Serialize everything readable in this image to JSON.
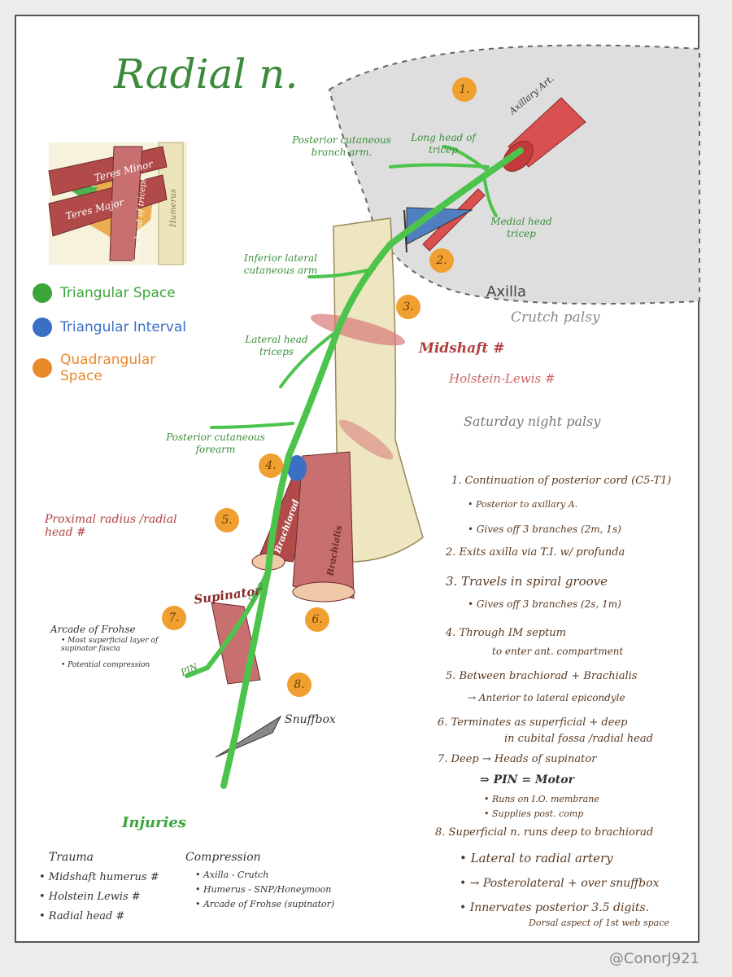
{
  "title": "Radial n.",
  "credit": "@ConorJ921",
  "legend": [
    {
      "label": "Triangular Space",
      "color": "#3aa63a"
    },
    {
      "label": "Triangular Interval",
      "color": "#3a6fc4"
    },
    {
      "label": "Quadrangular Space",
      "color": "#e8892a"
    }
  ],
  "inset": {
    "teres_minor": "Teres Minor",
    "teres_major": "Teres Major",
    "long_head": "Long head of triceps",
    "humerus": "Humerus"
  },
  "labels": {
    "axillary_art": "Axillary Art.",
    "long_head_tricep": "Long head of tricep",
    "medial_head_tricep": "Medial head tricep",
    "posterior_cutaneous_arm": "Posterior cutaneous branch arm.",
    "inferior_lateral_cutaneous": "Inferior lateral cutaneous arm",
    "axilla": "Axilla",
    "crutch_palsy": "Crutch palsy",
    "lateral_head_triceps": "Lateral head triceps",
    "midshaft": "Midshaft #",
    "holstein_lewis": "Holstein-Lewis #",
    "saturday_night_palsy": "Saturday night palsy",
    "posterior_cutaneous_forearm": "Posterior cutaneous forearm",
    "proximal_radius": "Proximal radius /radial head #",
    "brachiorad": "Brachiorad",
    "brachialis": "Brachialis",
    "supinator": "Supinator",
    "deep": "Deep",
    "pin": "PIN",
    "snuffbox": "Snuffbox",
    "arcade_title": "Arcade of Frohse",
    "arcade_1": "• Most superficial layer of supinator fascia",
    "arcade_2": "• Potential compression"
  },
  "badges": [
    "1.",
    "2.",
    "3.",
    "4.",
    "5.",
    "6.",
    "7.",
    "8."
  ],
  "notes": [
    "1. Continuation of posterior cord (C5-T1)",
    "• Posterior to axillary A.",
    "• Gives off 3 branches (2m, 1s)",
    "2. Exits axilla via T.I. w/ profunda",
    "3. Travels in spiral groove",
    "• Gives off 3 branches (2s, 1m)",
    "4. Through IM septum",
    "to enter ant. compartment",
    "5. Between brachiorad + Brachialis",
    "→ Anterior to lateral epicondyle",
    "6. Terminates as superficial + deep",
    "in cubital fossa /radial head",
    "7. Deep → Heads of supinator",
    "⇒ PIN = Motor",
    "• Runs on I.O. membrane",
    "• Supplies post. comp",
    "8. Superficial n. runs deep to brachiorad",
    "• Lateral to radial artery",
    "• → Posterolateral + over snuffbox",
    "• Innervates posterior 3.5 digits.",
    "Dorsal aspect of 1st web space"
  ],
  "injuries": {
    "title": "Injuries",
    "trauma_title": "Trauma",
    "trauma": [
      "• Midshaft humerus #",
      "• Holstein Lewis #",
      "• Radial head #"
    ],
    "compression_title": "Compression",
    "compression": [
      "• Axilla - Crutch",
      "• Humerus - SNP/Honeymoon",
      "• Arcade of Frohse (supinator)"
    ]
  }
}
